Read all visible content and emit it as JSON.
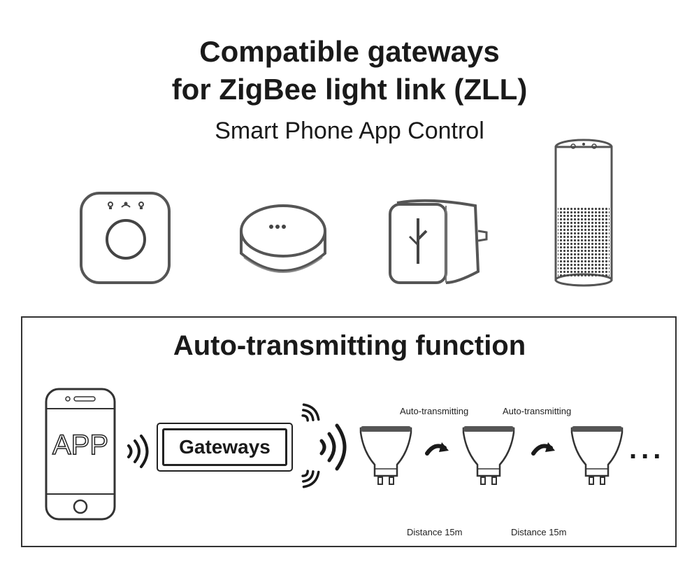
{
  "header": {
    "title_line1": "Compatible gateways",
    "title_line2": "for ZigBee light link (ZLL)",
    "subtitle": "Smart Phone App Control"
  },
  "devices": [
    "hue-bridge-icon",
    "round-hub-icon",
    "plug-hub-icon",
    "smart-speaker-icon"
  ],
  "panel": {
    "title": "Auto-transmitting function",
    "phone_label": "APP",
    "gateway_label": "Gateways",
    "transmit_label_1": "Auto-transmitting",
    "transmit_label_2": "Auto-transmitting",
    "distance_label_1": "Distance 15m",
    "distance_label_2": "Distance 15m",
    "ellipsis": "..."
  }
}
